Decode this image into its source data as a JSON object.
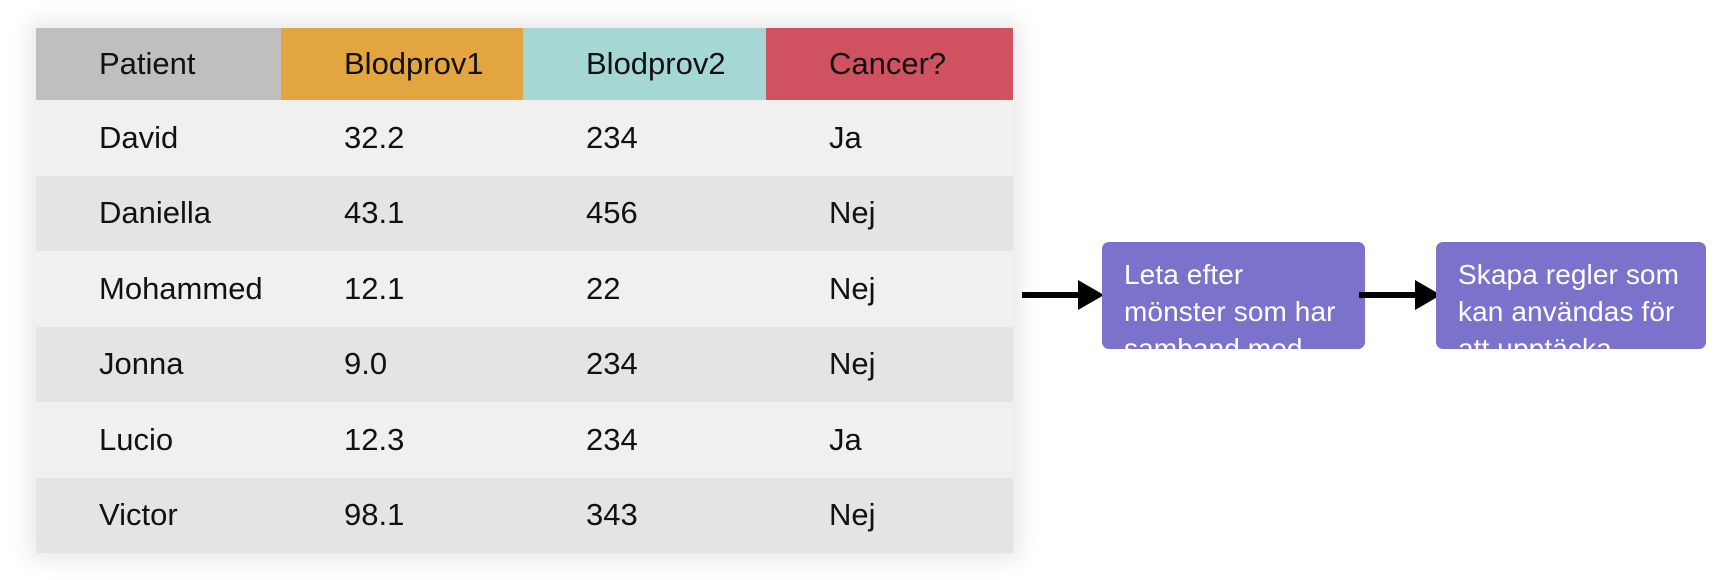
{
  "table": {
    "name": "patient-blood-sample-table",
    "columns": [
      {
        "key": "patient",
        "label": "Patient",
        "color": "#bfbfbf"
      },
      {
        "key": "blodprov1",
        "label": "Blodprov1",
        "color": "#e3a53f"
      },
      {
        "key": "blodprov2",
        "label": "Blodprov2",
        "color": "#a5d8d5"
      },
      {
        "key": "cancer",
        "label": "Cancer?",
        "color": "#d05160"
      }
    ],
    "rows": [
      {
        "patient": "David",
        "blodprov1": "32.2",
        "blodprov2": "234",
        "cancer": "Ja"
      },
      {
        "patient": "Daniella",
        "blodprov1": "43.1",
        "blodprov2": "456",
        "cancer": "Nej"
      },
      {
        "patient": "Mohammed",
        "blodprov1": "12.1",
        "blodprov2": "22",
        "cancer": "Nej"
      },
      {
        "patient": "Jonna",
        "blodprov1": "9.0",
        "blodprov2": "234",
        "cancer": "Nej"
      },
      {
        "patient": "Lucio",
        "blodprov1": "12.3",
        "blodprov2": "234",
        "cancer": "Ja"
      },
      {
        "patient": "Victor",
        "blodprov1": "98.1",
        "blodprov2": "343",
        "cancer": "Nej"
      }
    ],
    "row_colors": {
      "odd": "#f0f0f0",
      "even": "#e4e4e4"
    }
  },
  "flow": {
    "steps": [
      {
        "text": "Leta efter mönster som har samband med cancer.",
        "color": "#7d72cb"
      },
      {
        "text": "Skapa regler som kan användas för att upptäcka cancer.",
        "color": "#7d72cb"
      }
    ],
    "arrow_color": "#000000"
  }
}
